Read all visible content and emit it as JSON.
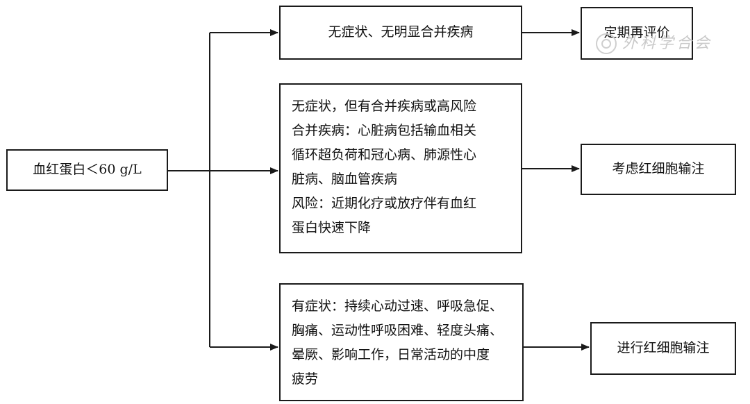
{
  "diagram": {
    "start": "血红蛋白＜60 g/L",
    "branches": [
      {
        "condition_lines": [
          "无症状、无明显合并疾病"
        ],
        "outcome": "定期再评价"
      },
      {
        "condition_lines": [
          "无症状，但有合并疾病或高风险",
          "合并疾病：心脏病包括输血相关",
          "循环超负荷和冠心病、肺源性心",
          "脏病、脑血管疾病",
          "风险：近期化疗或放疗伴有血红",
          "蛋白快速下降"
        ],
        "outcome": "考虑红细胞输注"
      },
      {
        "condition_lines": [
          "有症状：持续心动过速、呼吸急促、",
          "胸痛、运动性呼吸困难、轻度头痛、",
          "晕厥、影响工作，日常活动的中度",
          "疲劳"
        ],
        "outcome": "进行红细胞输注"
      }
    ]
  },
  "watermark": "外科学合会",
  "colors": {
    "line": "#1a1a1a",
    "watermark": "#c9c9c9"
  }
}
